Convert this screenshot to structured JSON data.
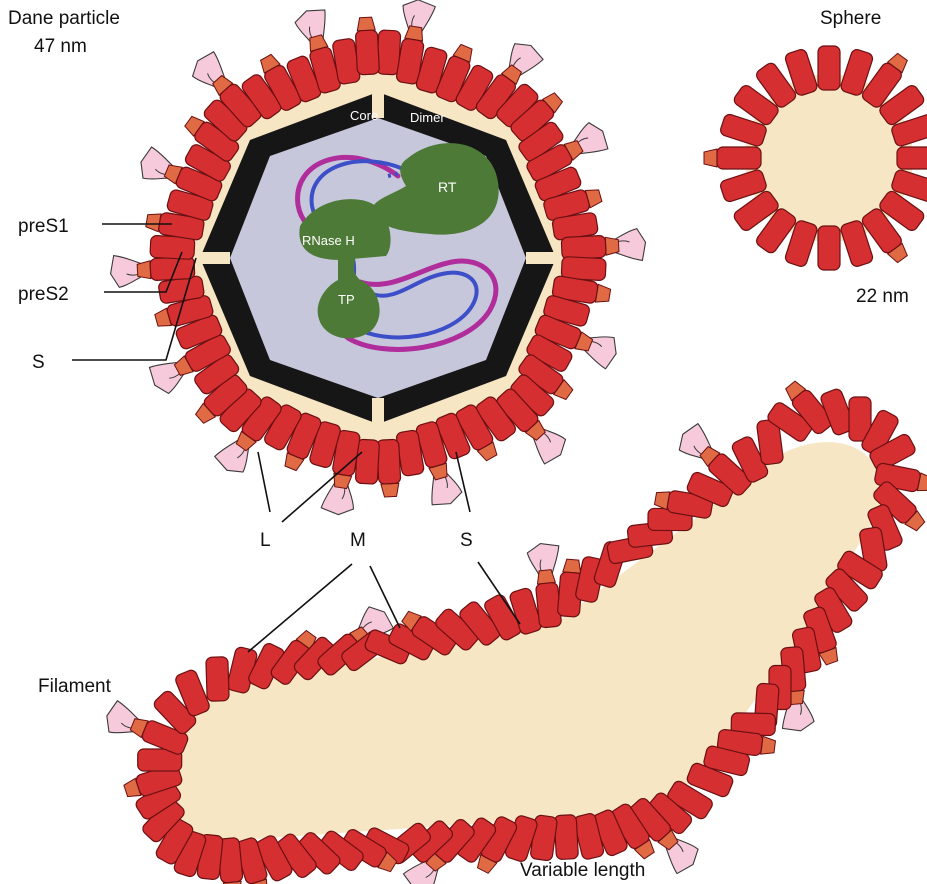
{
  "labels": {
    "dane_title": "Dane particle",
    "dane_size": "47 nm",
    "sphere_title": "Sphere",
    "sphere_size": "22 nm",
    "filament_title": "Filament",
    "filament_length": "Variable length",
    "pres1": "preS1",
    "pres2": "preS2",
    "s_left": "S",
    "l_bottom": "L",
    "m_bottom": "M",
    "s_bottom": "S"
  },
  "inner": {
    "core": "Core",
    "dimer": "Dimer",
    "rt": "RT",
    "rnase": "RNase H",
    "tp": "TP"
  },
  "colors": {
    "envelope_red": "#d62f32",
    "envelope_edge": "#6b1012",
    "cap_orange": "#e06a44",
    "lipid_cream": "#f7e6c4",
    "pres_pink": "#f7cadb",
    "core_black": "#161616",
    "interior_lavender": "#c7c7dc",
    "polymerase_green": "#4e7a38",
    "dna_blue": "#3d4fc8",
    "dna_magenta": "#b02d9c"
  }
}
